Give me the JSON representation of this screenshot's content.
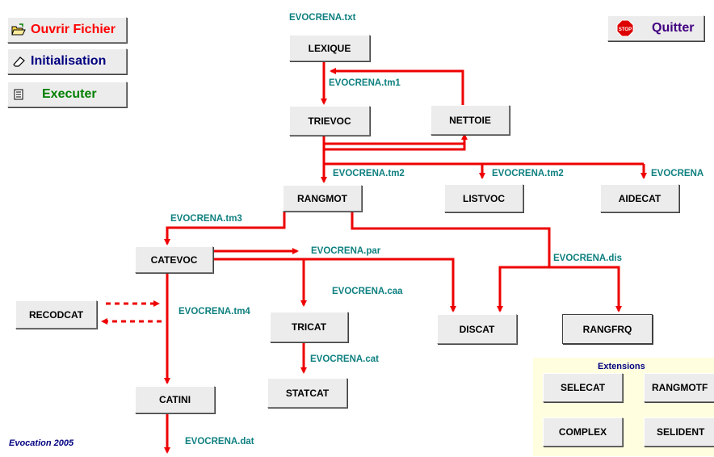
{
  "sidebar": {
    "open_label": "Ouvrir Fichier",
    "init_label": "Initialisation",
    "exec_label": "Executer",
    "open_icon": "folder-open-icon",
    "init_icon": "eraser-icon",
    "exec_icon": "document-list-icon"
  },
  "quit": {
    "label": "Quitter",
    "icon": "stop-sign-icon",
    "icon_text": "STOP"
  },
  "modules": {
    "lexique": "LEXIQUE",
    "triervoc": "TRIEVOC",
    "nettoie": "NETTOIE",
    "rangmot": "RANGMOT",
    "listvoc": "LISTVOC",
    "aidecat": "AIDECAT",
    "catevoc": "CATEVOC",
    "recodcat": "RECODCAT",
    "tricat": "TRICAT",
    "discat": "DISCAT",
    "rangfrq": "RANGFRQ",
    "statcat": "STATCAT",
    "catini": "CATINI"
  },
  "files": {
    "txt": "EVOCRENA.txt",
    "tm1": "EVOCRENA.tm1",
    "tm2a": "EVOCRENA.tm2",
    "tm2b": "EVOCRENA.tm2",
    "aide": "EVOCRENA",
    "tm3": "EVOCRENA.tm3",
    "par": "EVOCRENA.par",
    "dis": "EVOCRENA.dis",
    "caa": "EVOCRENA.caa",
    "tm4": "EVOCRENA.tm4",
    "cat": "EVOCRENA.cat",
    "dat": "EVOCRENA.dat"
  },
  "extensions": {
    "title": "Extensions",
    "selecat": "SELECAT",
    "rangmotf": "RANGMOTF",
    "complex": "COMPLEX",
    "selident": "SELIDENT"
  },
  "footer": "Evocation 2005",
  "colors": {
    "arrow": "#ee0000",
    "file_label": "#108080",
    "open": "#ff0000",
    "init": "#000080",
    "exec": "#008000",
    "quit": "#400080"
  }
}
